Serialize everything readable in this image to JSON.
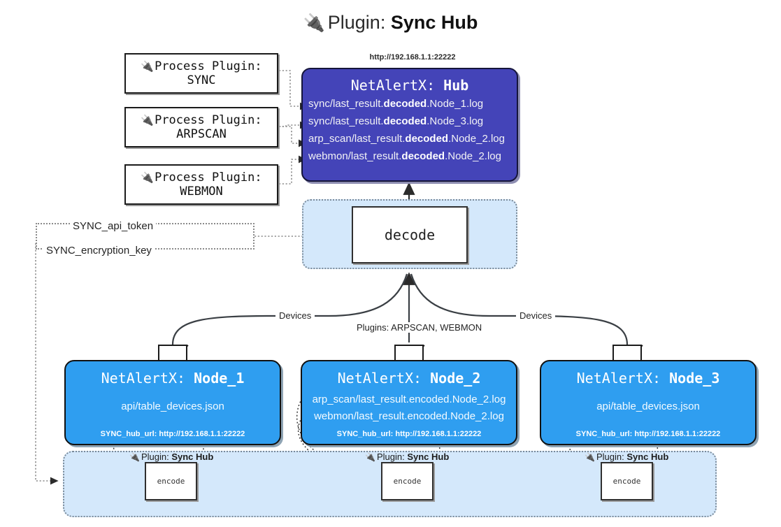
{
  "title": {
    "icon": "plug-icon",
    "prefix": "Plugin:",
    "name": "Sync Hub"
  },
  "process_plugins": [
    {
      "icon": "plug-icon",
      "line1": "Process Plugin:",
      "line2": "SYNC"
    },
    {
      "icon": "plug-icon",
      "line1": "Process Plugin:",
      "line2": "ARPSCAN"
    },
    {
      "icon": "plug-icon",
      "line1": "Process Plugin:",
      "line2": "WEBMON"
    }
  ],
  "hub": {
    "url": "http://192.168.1.1:22222",
    "title_prefix": "NetAlertX:",
    "title_name": "Hub",
    "files": [
      {
        "pre": "sync/last_result.",
        "mid": "decoded",
        "post": ".Node_1.log"
      },
      {
        "pre": "sync/last_result.",
        "mid": "decoded",
        "post": ".Node_3.log"
      },
      {
        "pre": "arp_scan/last_result.",
        "mid": "decoded",
        "post": ".Node_2.log"
      },
      {
        "pre": "webmon/last_result.",
        "mid": "decoded",
        "post": ".Node_2.log"
      }
    ]
  },
  "decode": {
    "label": "decode"
  },
  "secrets": {
    "api_token": "SYNC_api_token",
    "encryption_key": "SYNC_encryption_key"
  },
  "edge_labels": {
    "devices_left": "Devices",
    "devices_right": "Devices",
    "plugins": "Plugins: ARPSCAN, WEBMON"
  },
  "nodes": [
    {
      "title_prefix": "NetAlertX:",
      "title_name": "Node_1",
      "files": [
        "api/table_devices.json"
      ],
      "footer": "SYNC_hub_url: http://192.168.1.1:22222",
      "mail_icon": "mail-icon"
    },
    {
      "title_prefix": "NetAlertX:",
      "title_name": "Node_2",
      "files": [
        "arp_scan/last_result.encoded.Node_2.log",
        "webmon/last_result.encoded.Node_2.log"
      ],
      "footer": "SYNC_hub_url: http://192.168.1.1:22222",
      "mail_icon": "mail-icon"
    },
    {
      "title_prefix": "NetAlertX:",
      "title_name": "Node_3",
      "files": [
        "api/table_devices.json"
      ],
      "footer": "SYNC_hub_url: http://192.168.1.1:22222",
      "mail_icon": "mail-icon"
    }
  ],
  "encoders": [
    {
      "caption_prefix": "Plugin:",
      "caption_name": "Sync Hub",
      "label": "encode",
      "icon": "plug-icon"
    },
    {
      "caption_prefix": "Plugin:",
      "caption_name": "Sync Hub",
      "label": "encode",
      "icon": "plug-icon"
    },
    {
      "caption_prefix": "Plugin:",
      "caption_name": "Sync Hub",
      "label": "encode",
      "icon": "plug-icon"
    }
  ],
  "colors": {
    "hub_fill": "#4444b8",
    "node_fill": "#2f9ef0",
    "band_fill": "#d4e8fb",
    "box_stroke": "#1b1b1b"
  }
}
